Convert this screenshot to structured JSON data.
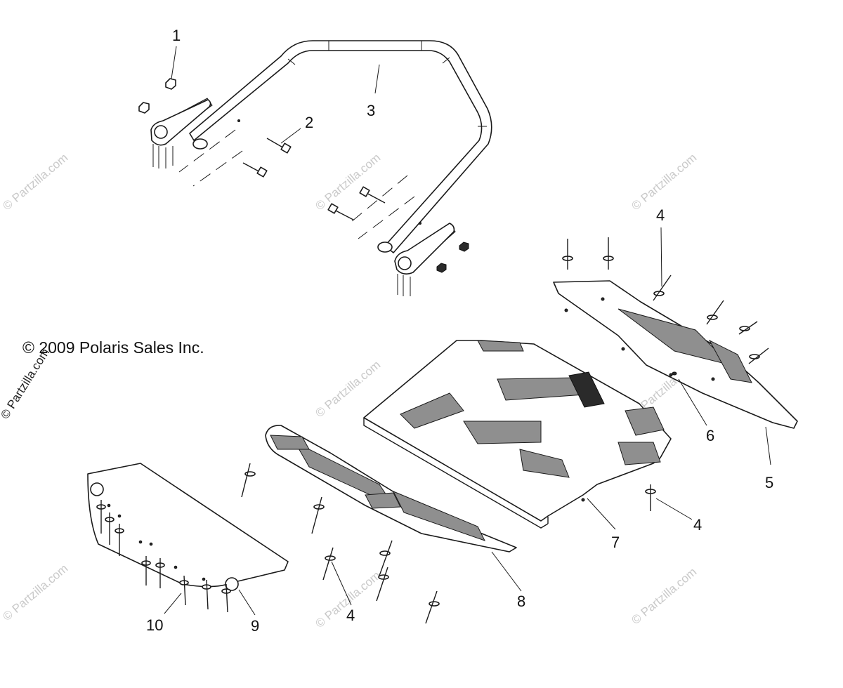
{
  "copyright": "© 2009 Polaris Sales Inc.",
  "watermark": "© Partzilla.com",
  "callouts": [
    {
      "id": "c1",
      "label": "1"
    },
    {
      "id": "c2",
      "label": "2"
    },
    {
      "id": "c3",
      "label": "3"
    },
    {
      "id": "c4a",
      "label": "4"
    },
    {
      "id": "c4b",
      "label": "4"
    },
    {
      "id": "c4c",
      "label": "4"
    },
    {
      "id": "c5",
      "label": "5"
    },
    {
      "id": "c6",
      "label": "6"
    },
    {
      "id": "c7",
      "label": "7"
    },
    {
      "id": "c8",
      "label": "8"
    },
    {
      "id": "c9",
      "label": "9"
    },
    {
      "id": "c10",
      "label": "10"
    }
  ]
}
